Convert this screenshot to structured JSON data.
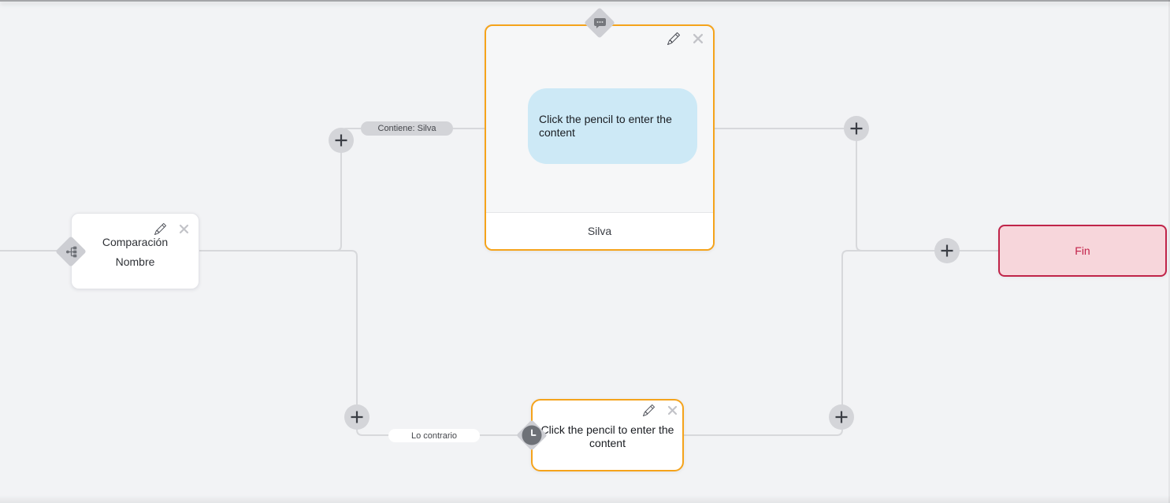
{
  "flow": {
    "condition_node": {
      "title": "Comparación Nombre"
    },
    "message_node": {
      "content_placeholder": "Click the pencil to enter the content",
      "reply_label": "Silva"
    },
    "delay_node": {
      "content_placeholder": "Click the pencil to enter the content"
    },
    "end_node": {
      "label": "Fin"
    },
    "edges": {
      "contains_label": "Contiene: Silva",
      "otherwise_label": "Lo contrario"
    }
  },
  "icons": {
    "condition_type": "branch-icon",
    "message_type": "chat-bubble-icon",
    "delay_type": "clock-icon",
    "edit": "pencil-icon",
    "delete": "close-icon",
    "add": "plus-icon"
  },
  "colors": {
    "canvas_bg": "#f2f3f5",
    "connector_line": "#d7d8db",
    "node_accent_orange": "#f5a31b",
    "end_border": "#c02449",
    "end_bg": "#f7d6db",
    "end_text": "#c2224a",
    "bubble_bg": "#cde9f6",
    "diamond_bg": "#cdced3",
    "icon_dark": "#6e7177",
    "plus_circle_bg": "#d4d5d9"
  }
}
